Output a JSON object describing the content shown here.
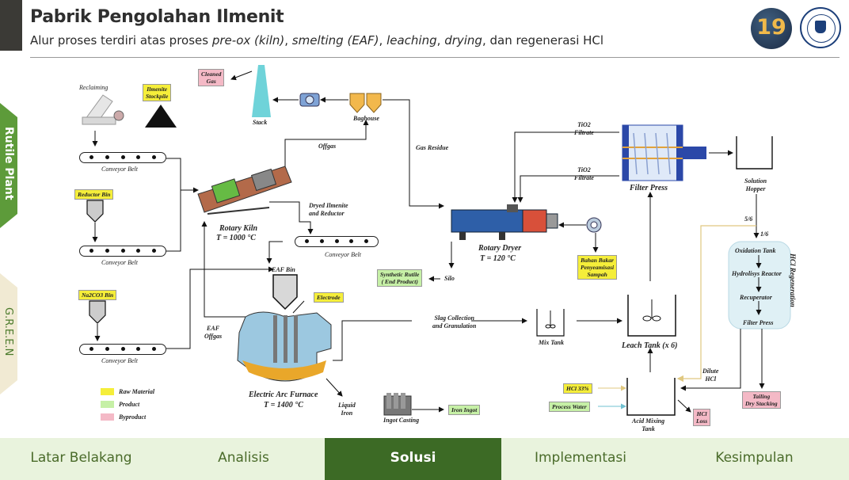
{
  "header": {
    "title": "Pabrik Pengolahan Ilmenit",
    "subtitle_parts": [
      {
        "text": "Alur proses terdiri atas proses ",
        "italic": false
      },
      {
        "text": "pre-ox (kiln)",
        "italic": true
      },
      {
        "text": ", ",
        "italic": false
      },
      {
        "text": "smelting (EAF)",
        "italic": true
      },
      {
        "text": ", ",
        "italic": false
      },
      {
        "text": "leaching",
        "italic": true
      },
      {
        "text": ", ",
        "italic": false
      },
      {
        "text": "drying",
        "italic": true
      },
      {
        "text": ", dan regenerasi HCl",
        "italic": false
      }
    ],
    "badge_number": "19"
  },
  "side_tabs": [
    {
      "label": "Rutile Plant",
      "active": true
    },
    {
      "label": "G.R.E.E.N",
      "active": false
    }
  ],
  "nav": [
    {
      "label": "Latar Belakang",
      "active": false
    },
    {
      "label": "Analisis",
      "active": false
    },
    {
      "label": "Solusi",
      "active": true
    },
    {
      "label": "Implementasi",
      "active": false
    },
    {
      "label": "Kesimpulan",
      "active": false
    }
  ],
  "legend": [
    {
      "label": "Raw Material",
      "color": "#f5ee3a"
    },
    {
      "label": "Product",
      "color": "#c6f0a6"
    },
    {
      "label": "Byproduct",
      "color": "#f4b9c6"
    }
  ],
  "diagram": {
    "reclaiming": "Reclaiming",
    "ilmenite_stockpile": "Ilmenite\nStockpile",
    "conveyor_belt": "Conveyor Belt",
    "reductor_bin": "Reductor Bin",
    "na2co3_bin": "Na2CO3 Bin",
    "rotary_kiln": "Rotary Kiln",
    "rotary_kiln_temp": "T = 1000 °C",
    "dryed_ilmenite": "Dryed Ilmenite\nand Reductor",
    "offgas": "Offgas",
    "cleaned_gas": "Cleaned\nGas",
    "stack": "Stack",
    "baghouse": "Baghouse",
    "gas_residue": "Gas Residue",
    "eaf_bin": "EAF Bin",
    "electrode": "Electrode",
    "eaf_offgas": "EAF\nOffgas",
    "eaf": "Electric Arc Furnace",
    "eaf_temp": "T = 1400 °C",
    "liquid_iron": "Liquid\nIron",
    "ingot_casting": "Ingot Casting",
    "iron_ingot": "Iron Ingot",
    "slag": "Slag Collection\nand Granulation",
    "mix_tank": "Mix Tank",
    "leach_tank": "Leach Tank (x 6)",
    "rotary_dryer": "Rotary Dryer",
    "rotary_dryer_temp": "T = 120 °C",
    "synthetic_rutile": "Synthetic Rutile\n( End Product)",
    "silo": "Silo",
    "bahan_bakar": "Bahan Bakar\nPenyeamisasi\nSampah",
    "tio2_filtrate_1": "TiO2\nFiltrate",
    "tio2_filtrate_2": "TiO2\nFiltrate",
    "filter_press": "Filter Press",
    "solution_hopper": "Solution\nHopper",
    "ratio_56": "5/6",
    "ratio_16": "1/6",
    "oxidation_tank": "Oxidation Tank",
    "hydrolisys_reactor": "Hydrolisys Reactor",
    "recuperator": "Recuperator",
    "filter_press_2": "Filter Press",
    "hcl_regeneration": "HCl Regeneration",
    "dilute_hcl": "Dilute\nHCl",
    "tailing": "Tailing\nDry Stacking",
    "hcl_33": "HCl 33%",
    "process_water": "Process Water",
    "acid_mixing_tank": "Acid Mixing\nTank",
    "hcl_loss": "HCl\nLoss"
  }
}
